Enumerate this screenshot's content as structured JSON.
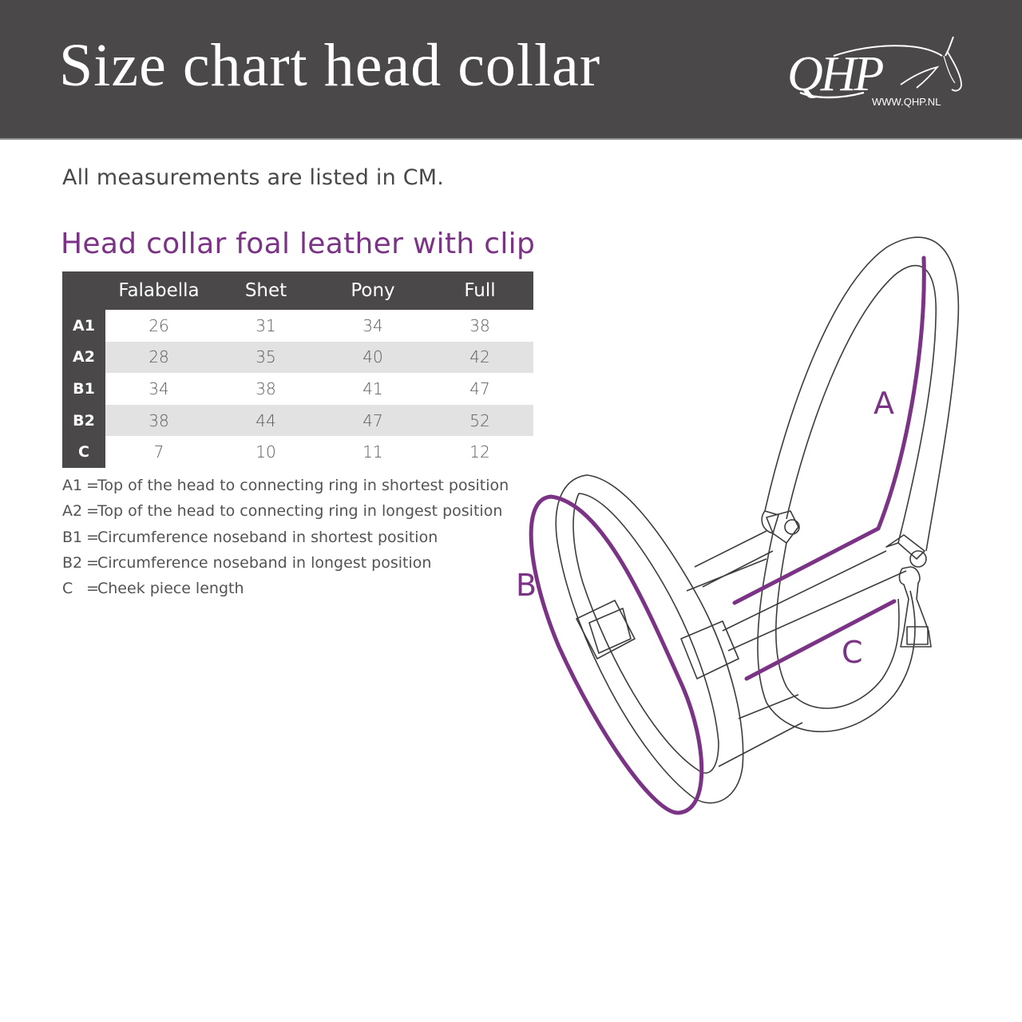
{
  "header": {
    "title": "Size chart head collar",
    "logo": {
      "brand": "QHP",
      "url": "WWW.QHP.NL",
      "icon": "horse-head-icon"
    }
  },
  "note": "All measurements are listed in CM.",
  "product": {
    "title": "Head collar foal leather with clip"
  },
  "colors": {
    "header_bg": "#4b4849",
    "accent_purple": "#7b3385",
    "stripe_gray": "#e3e2e3",
    "text_gray": "#4a4748"
  },
  "table": {
    "columns": [
      "Falabella",
      "Shet",
      "Pony",
      "Full"
    ],
    "rows": [
      {
        "label": "A1",
        "values": [
          "26",
          "31",
          "34",
          "38"
        ]
      },
      {
        "label": "A2",
        "values": [
          "28",
          "35",
          "40",
          "42"
        ]
      },
      {
        "label": "B1",
        "values": [
          "34",
          "38",
          "41",
          "47"
        ]
      },
      {
        "label": "B2",
        "values": [
          "38",
          "44",
          "47",
          "52"
        ]
      },
      {
        "label": "C",
        "values": [
          "7",
          "10",
          "11",
          "12"
        ]
      }
    ]
  },
  "legend": [
    {
      "code": "A1",
      "eq": "=",
      "text": "Top of the head to connecting ring in shortest position"
    },
    {
      "code": "A2",
      "eq": "=",
      "text": "Top of the head to connecting ring in longest position"
    },
    {
      "code": "B1",
      "eq": "=",
      "text": "Circumference noseband in shortest position"
    },
    {
      "code": "B2",
      "eq": "=",
      "text": "Circumference noseband in longest position"
    },
    {
      "code": "C",
      "eq": "=",
      "text": "Cheek piece length"
    }
  ],
  "diagram": {
    "labels": {
      "a": "A",
      "b": "B",
      "c": "C"
    }
  },
  "chart_data": {
    "type": "table",
    "title": "Head collar foal leather with clip",
    "subtitle": "All measurements are listed in CM.",
    "columns": [
      "Falabella",
      "Shet",
      "Pony",
      "Full"
    ],
    "rows": [
      "A1",
      "A2",
      "B1",
      "B2",
      "C"
    ],
    "series": [
      {
        "name": "A1",
        "values": [
          26,
          31,
          34,
          38
        ]
      },
      {
        "name": "A2",
        "values": [
          28,
          35,
          40,
          42
        ]
      },
      {
        "name": "B1",
        "values": [
          34,
          38,
          41,
          47
        ]
      },
      {
        "name": "B2",
        "values": [
          38,
          44,
          47,
          52
        ]
      },
      {
        "name": "C",
        "values": [
          7,
          10,
          11,
          12
        ]
      }
    ],
    "unit": "cm"
  }
}
